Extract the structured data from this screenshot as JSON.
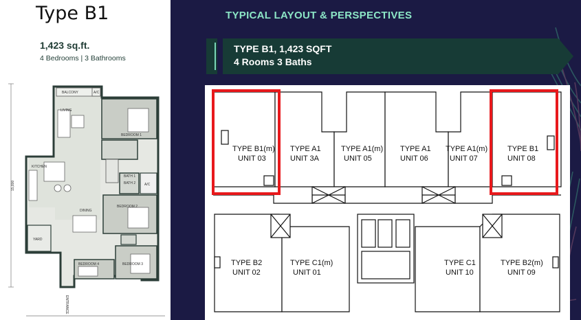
{
  "unit": {
    "title": "Type B1",
    "size": "1,423 sq.ft.",
    "rooms": "4 Bedrooms | 3 Bathrooms"
  },
  "floorplan": {
    "labels": {
      "balcony": "BALCONY",
      "ac1": "A/C",
      "living": "LIVING",
      "bedroom1": "BEDROOM 1",
      "kitchen": "KITCHEN",
      "dining": "DINING",
      "bath1": "BATH 1",
      "bath2": "BATH 2",
      "ac2": "A/C",
      "bedroom2": "BEDROOM 2",
      "bedroom3": "BEDROOM 3",
      "bedroom4": "BEDROOM 4",
      "yard": "YARD",
      "entrance": "ENTRANCE",
      "dim_vertical": "15,800"
    }
  },
  "section_heading": "TYPICAL LAYOUT & PERSPECTIVES",
  "banner": {
    "line1": "TYPE B1, 1,423 SQFT",
    "line2": "4 Rooms 3 Baths"
  },
  "keyplan": {
    "top_units": [
      {
        "type": "TYPE B1(m)",
        "unit": "UNIT 03",
        "highlighted": true
      },
      {
        "type": "TYPE A1",
        "unit": "UNIT 3A",
        "highlighted": false
      },
      {
        "type": "TYPE A1(m)",
        "unit": "UNIT 05",
        "highlighted": false
      },
      {
        "type": "TYPE A1",
        "unit": "UNIT 06",
        "highlighted": false
      },
      {
        "type": "TYPE A1(m)",
        "unit": "UNIT 07",
        "highlighted": false
      },
      {
        "type": "TYPE B1",
        "unit": "UNIT 08",
        "highlighted": true
      }
    ],
    "bottom_units": [
      {
        "type": "TYPE B2",
        "unit": "UNIT 02"
      },
      {
        "type": "TYPE C1(m)",
        "unit": "UNIT 01"
      },
      {
        "type": "TYPE C1",
        "unit": "UNIT 10"
      },
      {
        "type": "TYPE B2(m)",
        "unit": "UNIT 09"
      }
    ],
    "highlight_color": "#e8191c"
  },
  "colors": {
    "panel_bg": "#1b1a44",
    "heading": "#8ce6c6",
    "banner": "#173b36",
    "accent_line": "#79d7b8"
  }
}
